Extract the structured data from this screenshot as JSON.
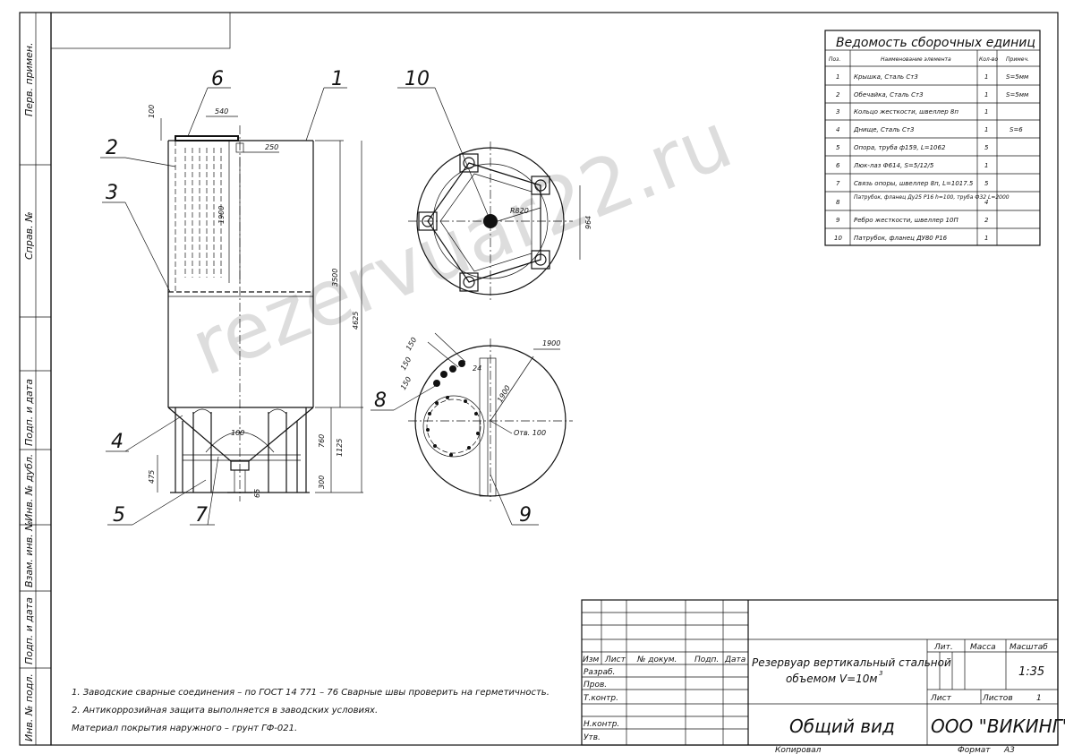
{
  "side_stamp": {
    "perv_primen": "Перв. примен.",
    "sprav_no": "Справ. №",
    "podp_data_1": "Подп. и дата",
    "inv_dubl": "Инв. № дубл.",
    "vzam_inv": "Взам. инв. №",
    "podp_data_2": "Подп. и дата",
    "inv_podl": "Инв. № подл."
  },
  "watermark": "rezervuar22.ru",
  "spec_table": {
    "title": "Ведомость сборочных единиц",
    "headers": [
      "Поз.",
      "Наименование элемента",
      "Кол-во",
      "Примеч."
    ],
    "rows": [
      {
        "pos": "1",
        "name": "Крышка, Сталь Ст3",
        "qty": "1",
        "note": "S=5мм"
      },
      {
        "pos": "2",
        "name": "Обечайка, Сталь Ст3",
        "qty": "1",
        "note": "S=5мм"
      },
      {
        "pos": "3",
        "name": "Кольцо жесткости, швеллер 8п",
        "qty": "1",
        "note": ""
      },
      {
        "pos": "4",
        "name": "Днище, Сталь Ст3",
        "qty": "1",
        "note": "S=6"
      },
      {
        "pos": "5",
        "name": "Опора, труба ф159, L=1062",
        "qty": "5",
        "note": ""
      },
      {
        "pos": "6",
        "name": "Люк-лаз Ф614, S=5/12/5",
        "qty": "1",
        "note": ""
      },
      {
        "pos": "7",
        "name": "Связь опоры, швеллер 8п, L=1017.5",
        "qty": "5",
        "note": ""
      },
      {
        "pos": "8",
        "name": "Патрубок, фланец Ду25 Р16 h=100, труба Ф32 L=2000",
        "qty": "4",
        "note": ""
      },
      {
        "pos": "9",
        "name": "Ребро жесткости, швеллер 10П",
        "qty": "2",
        "note": ""
      },
      {
        "pos": "10",
        "name": "Патрубок, фланец ДУ80 Р16",
        "qty": "1",
        "note": ""
      }
    ]
  },
  "callouts": {
    "c1": "1",
    "c2": "2",
    "c3": "3",
    "c4": "4",
    "c5": "5",
    "c6": "6",
    "c7": "7",
    "c8": "8",
    "c9": "9",
    "c10": "10"
  },
  "dimensions": {
    "d100_top": "100",
    "d540": "540",
    "d250": "250",
    "d1900_v": "1900",
    "d3500": "3500",
    "d4625": "4625",
    "d100_bottom": "100",
    "d760": "760",
    "d1125": "1125",
    "d475": "475",
    "d300": "300",
    "d65": "65",
    "r820": "R820",
    "d964": "964",
    "d1900_top": "1900",
    "d1900_diag": "1900",
    "d24": "24",
    "d150a": "150",
    "d150b": "150",
    "d150c": "150",
    "otv100": "Отв. 100"
  },
  "notes": [
    "1. Заводские сварные соединения – по ГОСТ 14 771 – 76 Сварные швы проверить на герметичность.",
    "2. Антикоррозийная защита выполняется в заводских условиях.",
    "Материал покрытия наружного – грунт ГФ-021."
  ],
  "title_block": {
    "izm": "Изм",
    "list": "Лист",
    "n_dokum": "№ докум.",
    "podp": "Подп.",
    "data": "Дата",
    "razrab": "Разраб.",
    "prov": "Пров.",
    "tkontr": "Т.контр.",
    "nkontr": "Н.контр.",
    "utv": "Утв.",
    "designation_line1": "Резервуар вертикальный стальной",
    "designation_line2": "объемом V=10м",
    "designation_sup": "3",
    "view_name": "Общий вид",
    "lit": "Лит.",
    "massa": "Масса",
    "masshtab": "Масштаб",
    "scale_value": "1:35",
    "sheet_label": "Лист",
    "sheets_label": "Листов",
    "sheets_value": "1",
    "company": "ООО \"ВИКИНГ\"",
    "kopiroval": "Копировал",
    "format_label": "Формат",
    "format_value": "А3"
  }
}
